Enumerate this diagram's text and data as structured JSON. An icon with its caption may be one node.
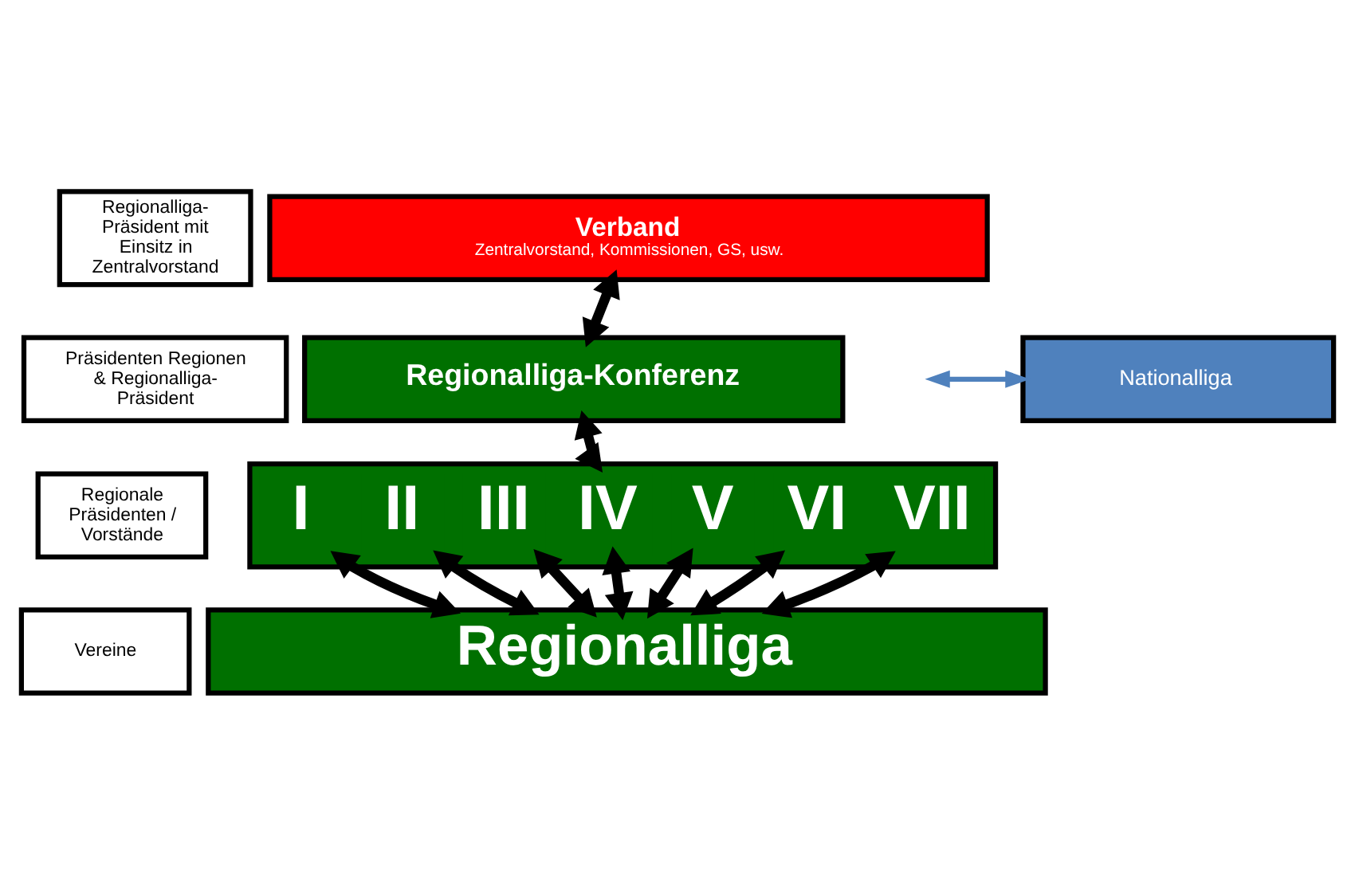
{
  "diagram": {
    "nodes": [
      {
        "text": [
          "Regionalliga-Präsident mit Einsitz in Zentralvorstand"
        ]
      },
      {
        "text": [
          "Verband",
          "Zentralvorstand, Kommissionen, GS, usw."
        ]
      },
      {
        "text": [
          "Nationalliga"
        ]
      },
      {
        "text": [
          "Präsidenten Regionen & Regionalliga-Präsident"
        ]
      },
      {
        "text": [
          "Regionalliga-Konferenz"
        ]
      },
      {
        "text": [
          "Regionale Präsidenten / Vorstände"
        ]
      },
      {
        "text": [],
        "shape": "box"
      },
      {
        "text": [
          "I"
        ],
        "in": 6
      },
      {
        "text": [
          "II"
        ],
        "in": 6
      },
      {
        "text": [
          "III"
        ],
        "in": 6
      },
      {
        "text": [
          "IV"
        ],
        "in": 6
      },
      {
        "text": [
          "V"
        ],
        "in": 6
      },
      {
        "text": [
          "VI"
        ],
        "in": 6
      },
      {
        "text": [
          "VII"
        ],
        "in": 6
      },
      {
        "text": [
          "Vereine"
        ]
      },
      {
        "text": [
          "Regionalliga"
        ]
      }
    ],
    "edges": [
      {
        "from": 1,
        "to": 4,
        "arrow": "both"
      },
      {
        "from": null,
        "to": 2,
        "arrow": "both",
        "color": "#4f81bd"
      },
      {
        "from": 4,
        "to": 6,
        "arrow": "both"
      },
      {
        "from": 7,
        "to": 15,
        "arrow": "both"
      },
      {
        "from": 8,
        "to": 15,
        "arrow": "both"
      },
      {
        "from": 9,
        "to": 15,
        "arrow": "both"
      },
      {
        "from": 10,
        "to": 15,
        "arrow": "both"
      },
      {
        "from": 11,
        "to": 15,
        "arrow": "both"
      },
      {
        "from": 12,
        "to": 15,
        "arrow": "both"
      },
      {
        "from": 13,
        "to": 15,
        "arrow": "both"
      }
    ]
  }
}
